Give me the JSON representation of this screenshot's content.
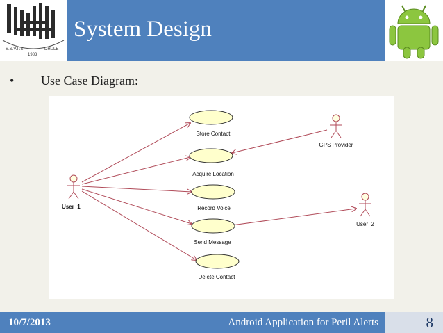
{
  "slide": {
    "title": "System Design",
    "bullet_symbol": "•",
    "bullet_text": "Use Case Diagram:"
  },
  "logo": {
    "text_1": "S.S.V.P.S.",
    "text_2": "1983",
    "text_3": "DHULE"
  },
  "diagram": {
    "actors": {
      "user_1": "User_1",
      "gps": "GPS Provider",
      "user_2": "User_2"
    },
    "use_cases": {
      "store": "Store Contact",
      "acquire": "Acquire Location",
      "record": "Record Voice",
      "send": "Send Message",
      "delete": "Delete Contact"
    }
  },
  "footer": {
    "date": "10/7/2013",
    "center": "Android Application for Peril Alerts",
    "page": "8"
  },
  "colors": {
    "accent": "#4f81bd",
    "usecase_fill": "#ffffcc",
    "association_line": "#b04a58",
    "background": "#f2f1ea"
  }
}
